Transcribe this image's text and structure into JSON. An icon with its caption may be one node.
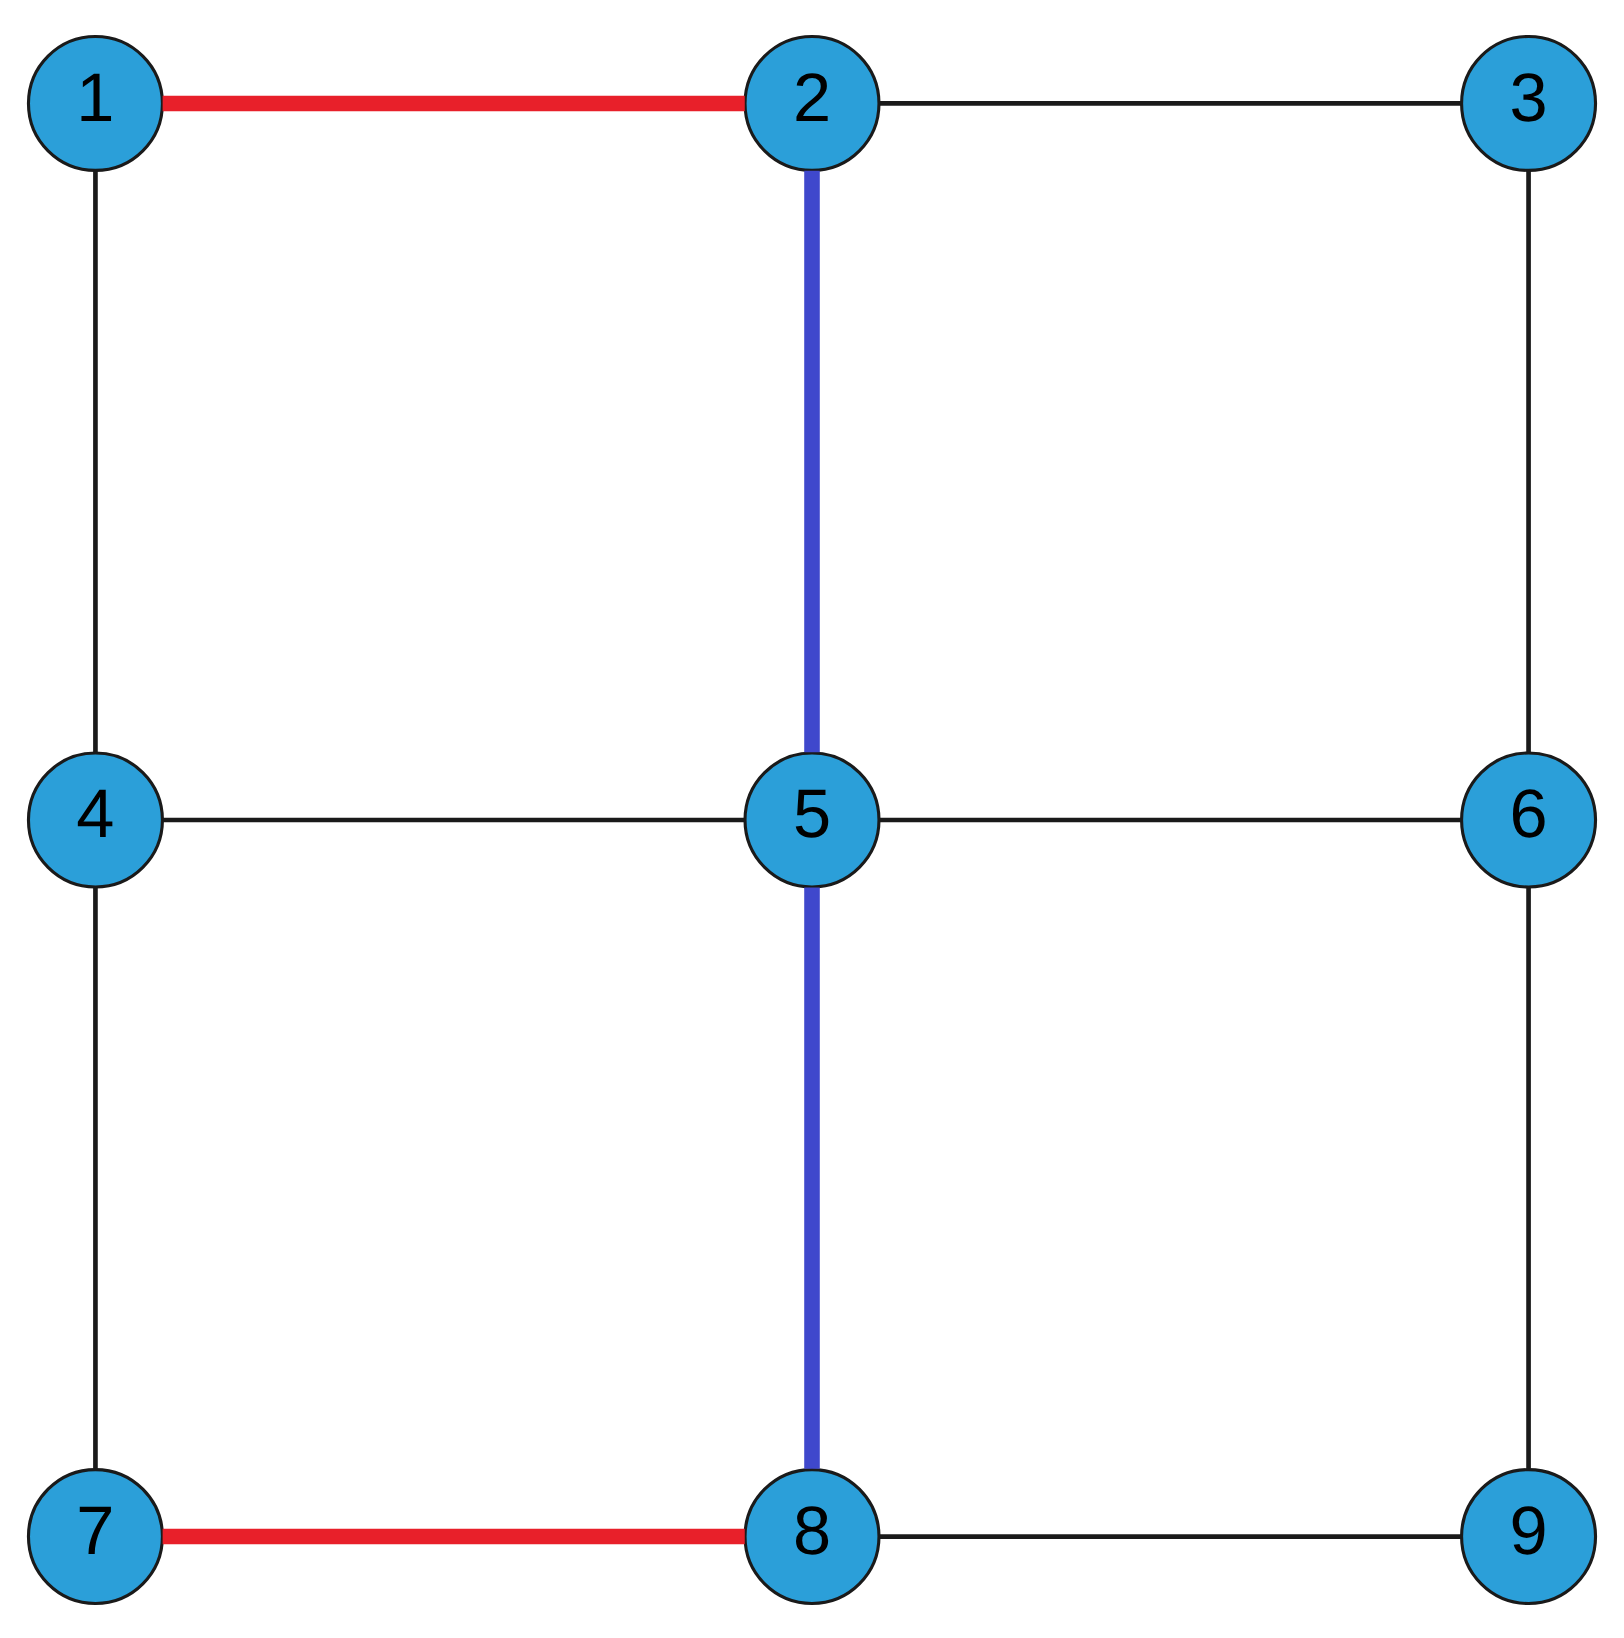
{
  "diagram": {
    "nodes": [
      {
        "text": [
          "1"
        ]
      },
      {
        "text": [
          "2"
        ]
      },
      {
        "text": [
          "3"
        ]
      },
      {
        "text": [
          "4"
        ]
      },
      {
        "text": [
          "5"
        ]
      },
      {
        "text": [
          "6"
        ]
      },
      {
        "text": [
          "7"
        ]
      },
      {
        "text": [
          "8"
        ]
      },
      {
        "text": [
          "9"
        ]
      }
    ],
    "edges": [
      {
        "from": 0,
        "to": 1,
        "arrow": "none",
        "style": "thick",
        "color": "#e8202a"
      },
      {
        "from": 1,
        "to": 2,
        "arrow": "none"
      },
      {
        "from": 0,
        "to": 3,
        "arrow": "none"
      },
      {
        "from": 1,
        "to": 4,
        "arrow": "none",
        "style": "thick",
        "color": "#3f48cc"
      },
      {
        "from": 2,
        "to": 5,
        "arrow": "none"
      },
      {
        "from": 3,
        "to": 4,
        "arrow": "none"
      },
      {
        "from": 4,
        "to": 5,
        "arrow": "none"
      },
      {
        "from": 3,
        "to": 6,
        "arrow": "none"
      },
      {
        "from": 4,
        "to": 7,
        "arrow": "none",
        "style": "thick",
        "color": "#3f48cc"
      },
      {
        "from": 5,
        "to": 8,
        "arrow": "none"
      },
      {
        "from": 6,
        "to": 7,
        "arrow": "none",
        "style": "thick",
        "color": "#e8202a"
      },
      {
        "from": 7,
        "to": 8,
        "arrow": "none"
      }
    ]
  }
}
